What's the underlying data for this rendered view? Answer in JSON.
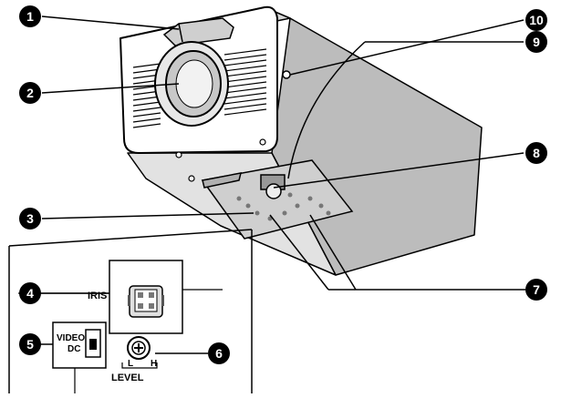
{
  "callouts": [
    "1",
    "2",
    "3",
    "4",
    "5",
    "6",
    "7",
    "8",
    "9",
    "10"
  ],
  "panel": {
    "iris": "IRIS",
    "video": "VIDEO",
    "dc": "DC",
    "level": "LEVEL",
    "low": "L",
    "high": "H"
  }
}
